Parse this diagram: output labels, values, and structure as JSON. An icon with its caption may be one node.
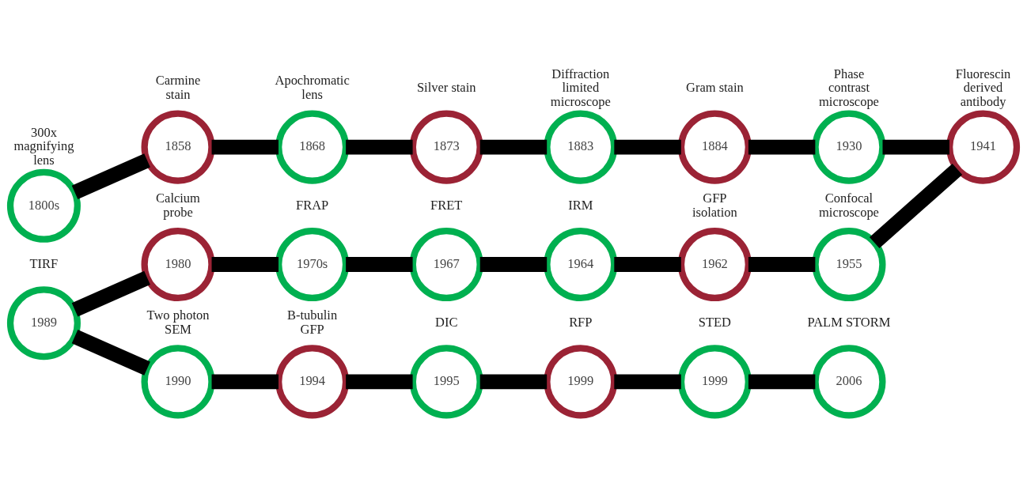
{
  "diagram": {
    "nodes": [
      {
        "text": [
          "1800s"
        ],
        "beside": [
          "300x magnifying lens"
        ]
      },
      {
        "text": [
          "1858"
        ],
        "beside": [
          "Carmine stain"
        ]
      },
      {
        "text": [
          "1868"
        ],
        "beside": [
          "Apochromatic lens"
        ]
      },
      {
        "text": [
          "1873"
        ],
        "beside": [
          "Silver stain"
        ]
      },
      {
        "text": [
          "1883"
        ],
        "beside": [
          "Diffraction limited microscope"
        ]
      },
      {
        "text": [
          "1884"
        ],
        "beside": [
          "Gram stain"
        ]
      },
      {
        "text": [
          "1930"
        ],
        "beside": [
          "Phase contrast microscope"
        ]
      },
      {
        "text": [
          "1941"
        ],
        "beside": [
          "Fluorescin derived antibody"
        ]
      },
      {
        "text": [
          "1955"
        ],
        "beside": [
          "Confocal microscope"
        ]
      },
      {
        "text": [
          "1962"
        ],
        "beside": [
          "GFP isolation"
        ]
      },
      {
        "text": [
          "1964"
        ],
        "beside": [
          "IRM"
        ]
      },
      {
        "text": [
          "1967"
        ],
        "beside": [
          "FRET"
        ]
      },
      {
        "text": [
          "1970s"
        ],
        "beside": [
          "FRAP"
        ]
      },
      {
        "text": [
          "1980"
        ],
        "beside": [
          "Calcium probe"
        ]
      },
      {
        "text": [
          "1989"
        ],
        "beside": [
          "TIRF"
        ]
      },
      {
        "text": [
          "1990"
        ],
        "beside": [
          "Two photon SEM"
        ]
      },
      {
        "text": [
          "1994"
        ],
        "beside": [
          "B-tubulin GFP"
        ]
      },
      {
        "text": [
          "1995"
        ],
        "beside": [
          "DIC"
        ]
      },
      {
        "text": [
          "1999"
        ],
        "beside": [
          "RFP"
        ]
      },
      {
        "text": [
          "1999"
        ],
        "beside": [
          "STED"
        ]
      },
      {
        "text": [
          "2006"
        ],
        "beside": [
          "PALM STORM"
        ]
      }
    ],
    "edges": [
      {
        "from": 0,
        "to": 1,
        "arrow": "none"
      },
      {
        "from": 1,
        "to": 2,
        "arrow": "none"
      },
      {
        "from": 2,
        "to": 3,
        "arrow": "none"
      },
      {
        "from": 3,
        "to": 4,
        "arrow": "none"
      },
      {
        "from": 4,
        "to": 5,
        "arrow": "none"
      },
      {
        "from": 5,
        "to": 6,
        "arrow": "none"
      },
      {
        "from": 6,
        "to": 7,
        "arrow": "none"
      },
      {
        "from": 7,
        "to": 8,
        "arrow": "none"
      },
      {
        "from": 8,
        "to": 9,
        "arrow": "none"
      },
      {
        "from": 9,
        "to": 10,
        "arrow": "none"
      },
      {
        "from": 10,
        "to": 11,
        "arrow": "none"
      },
      {
        "from": 11,
        "to": 12,
        "arrow": "none"
      },
      {
        "from": 12,
        "to": 13,
        "arrow": "none"
      },
      {
        "from": 13,
        "to": 14,
        "arrow": "none"
      },
      {
        "from": 14,
        "to": 15,
        "arrow": "none"
      },
      {
        "from": 15,
        "to": 16,
        "arrow": "none"
      },
      {
        "from": 16,
        "to": 17,
        "arrow": "none"
      },
      {
        "from": 17,
        "to": 18,
        "arrow": "none"
      },
      {
        "from": 18,
        "to": 19,
        "arrow": "none"
      },
      {
        "from": 19,
        "to": 20,
        "arrow": "none"
      }
    ]
  }
}
